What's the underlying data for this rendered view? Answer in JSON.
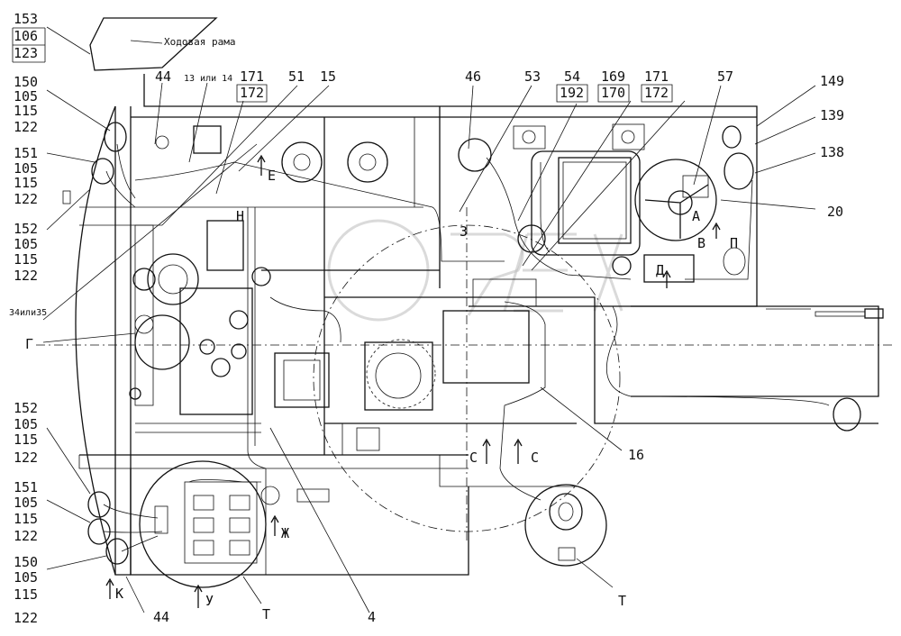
{
  "callouts_left": {
    "g153": [
      "153",
      "106",
      "123"
    ],
    "g150_top": [
      "150",
      "105",
      "115",
      "122"
    ],
    "g151_top": [
      "151",
      "105",
      "115",
      "122"
    ],
    "g152_top": [
      "152",
      "105",
      "115",
      "122"
    ],
    "g152_bot": [
      "152",
      "105",
      "115",
      "122"
    ],
    "g151_bot": [
      "151",
      "105",
      "115",
      "122"
    ],
    "g150_bot": [
      "150",
      "105",
      "115",
      "122"
    ]
  },
  "frame_label": "Ходовая рама",
  "top_labels": {
    "l44": "44",
    "l13or14": "13 или 14",
    "l171a": "171",
    "l172a": "172",
    "l51": "51",
    "l15": "15",
    "l46": "46",
    "l53": "53",
    "l54": "54",
    "l192": "192",
    "l169": "169",
    "l170": "170",
    "l171b": "171",
    "l172b": "172",
    "l57": "57"
  },
  "right_labels": {
    "l149": "149",
    "l139": "139",
    "l138": "138",
    "l20": "20",
    "l16": "16",
    "lT_right": "Т"
  },
  "side_labels": {
    "l34or35": "34или35",
    "lG": "Г"
  },
  "bottom_labels": {
    "lK": "К",
    "l44b": "44",
    "lU": "У",
    "lT": "Т",
    "l4": "4"
  },
  "view_letters": {
    "E": "Е",
    "H": "Н",
    "Z": "З",
    "A": "А",
    "B": "В",
    "P": "П",
    "D": "Д",
    "C1": "С",
    "C2": "С",
    "ZH": "Ж"
  }
}
